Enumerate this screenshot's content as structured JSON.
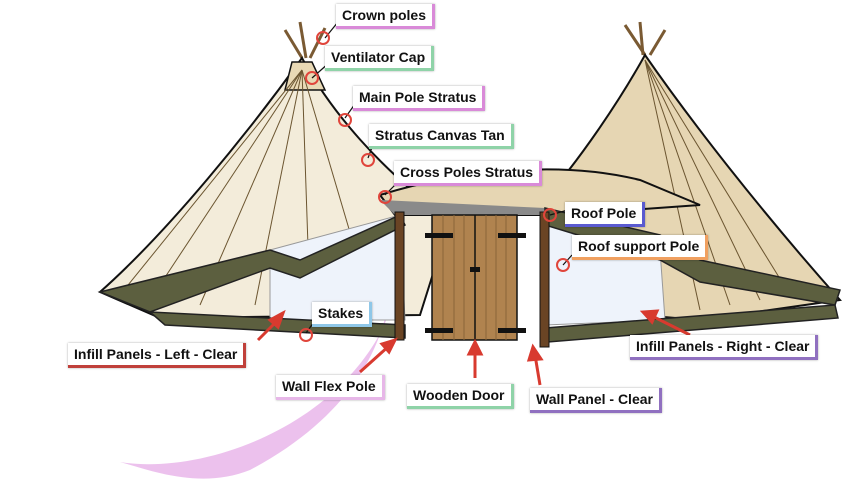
{
  "labels": {
    "crown_poles": "Crown poles",
    "ventilator_cap": "Ventilator Cap",
    "main_pole_stratus": "Main Pole Stratus",
    "stratus_canvas_tan": "Stratus Canvas Tan",
    "cross_poles_stratus": "Cross Poles Stratus",
    "roof_pole": "Roof Pole",
    "roof_support_pole": "Roof support Pole",
    "stakes": "Stakes",
    "infill_left": "Infill Panels - Left - Clear",
    "infill_right": "Infill Panels - Right - Clear",
    "wall_flex_pole": "Wall Flex Pole",
    "wooden_door": "Wooden Door",
    "wall_panel": "Wall Panel - Clear"
  },
  "colors": {
    "canvas_light": "#f3ecda",
    "canvas_tan": "#e6d6b3",
    "skirt": "#5c5f3f",
    "wood": "#b0834f",
    "marker": "#e0453b",
    "accent_pink": "#d98ad8",
    "accent_green": "#8fd3a8",
    "accent_blue": "#8fc7e8",
    "accent_red": "#c0403a",
    "accent_orange": "#f0a060",
    "accent_purple": "#9070c0"
  }
}
